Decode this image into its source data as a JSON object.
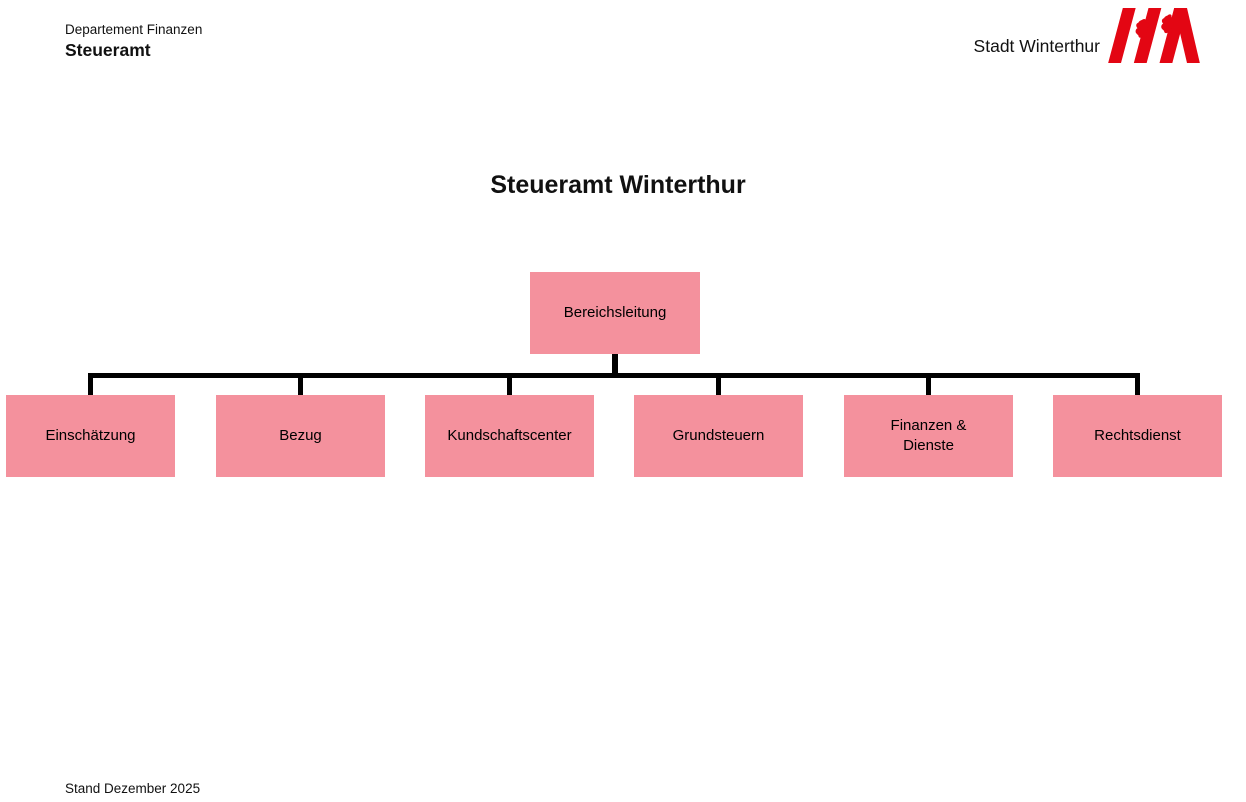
{
  "colors": {
    "accent": "#e30613",
    "box": "#f4919d",
    "line": "#000000",
    "text": "#111111"
  },
  "header": {
    "department": "Departement Finanzen",
    "office": "Steueramt"
  },
  "logo": {
    "text": "Stadt Winterthur"
  },
  "title": "Steueramt Winterthur",
  "orgchart": {
    "root": {
      "label": "Bereichsleitung"
    },
    "children": [
      {
        "label": "Einschätzung"
      },
      {
        "label": "Bezug"
      },
      {
        "label": "Kundschaftscenter"
      },
      {
        "label": "Grundsteuern"
      },
      {
        "label": "Finanzen &\nDienste"
      },
      {
        "label": "Rechtsdienst"
      }
    ]
  },
  "footer": {
    "stand": "Stand Dezember 2025"
  }
}
